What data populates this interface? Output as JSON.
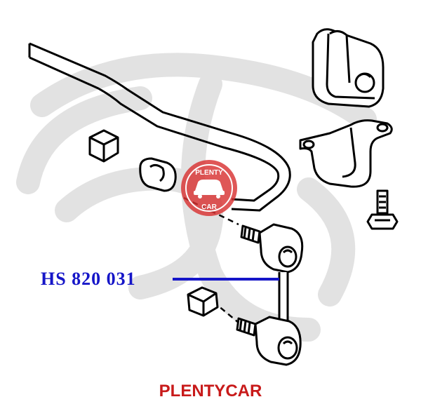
{
  "diagram": {
    "part_number": "HS 820 031",
    "caption": "PLENTYCAR",
    "stamp": {
      "top_text": "PLENTY",
      "bottom_text": "CAR"
    }
  },
  "colors": {
    "line": "#000000",
    "label_blue": "#1515c8",
    "brand_red": "#c81a1a",
    "stamp_red": "#d83232",
    "watermark": "#e2e2e2"
  },
  "icons": {
    "stamp": "car-icon",
    "watermark": "logo-watermark"
  }
}
